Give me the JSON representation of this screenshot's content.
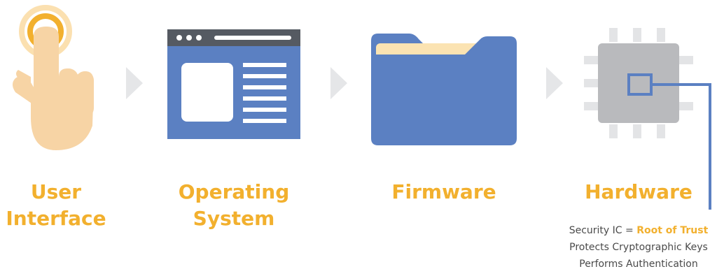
{
  "colors": {
    "accent": "#f2b02e",
    "blue": "#5b80c2",
    "chevron": "#e5e6e8",
    "chip": "#b9babd",
    "chip_pins": "#e3e4e6",
    "text": "#4a4a4a"
  },
  "steps": [
    {
      "icon": "pointing-hand-icon",
      "label_line1": "User",
      "label_line2": "Interface"
    },
    {
      "icon": "browser-window-icon",
      "label_line1": "Operating",
      "label_line2": "System"
    },
    {
      "icon": "folder-icon",
      "label_line1": "Firmware",
      "label_line2": ""
    },
    {
      "icon": "microchip-icon",
      "label_line1": "Hardware",
      "label_line2": ""
    }
  ],
  "callout": {
    "line1_prefix": "Security IC = ",
    "line1_highlight": "Root of Trust",
    "line2": "Protects Cryptographic Keys",
    "line3": "Performs Authentication"
  }
}
